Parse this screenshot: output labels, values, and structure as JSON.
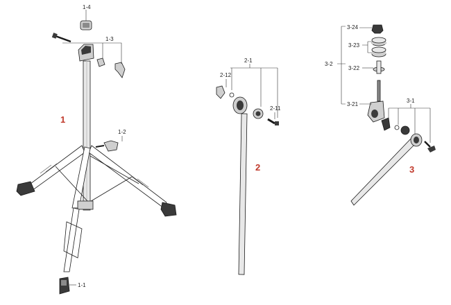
{
  "colors": {
    "assembly_label": "#c0392b",
    "line": "#1a1a1a",
    "part_fill": "#cfcfcf",
    "part_dark": "#3a3a3a",
    "part_mid": "#8a8a8a"
  },
  "assemblies": [
    {
      "label": "1",
      "parts": [
        "1-1",
        "1-2",
        "1-3",
        "1-4"
      ]
    },
    {
      "label": "2",
      "parts": [
        "2-1",
        "2-11",
        "2-12"
      ]
    },
    {
      "label": "3",
      "parts": [
        "3-1",
        "3-2",
        "3-21",
        "3-22",
        "3-23",
        "3-24"
      ]
    }
  ],
  "labels": {
    "a1": "1",
    "a2": "2",
    "a3": "3",
    "p1_1": "1-1",
    "p1_2": "1-2",
    "p1_3": "1-3",
    "p1_4": "1-4",
    "p2_1": "2-1",
    "p2_11": "2-11",
    "p2_12": "2-12",
    "p3_1": "3-1",
    "p3_2": "3-2",
    "p3_21": "3-21",
    "p3_22": "3-22",
    "p3_23": "3-23",
    "p3_24": "3-24"
  }
}
